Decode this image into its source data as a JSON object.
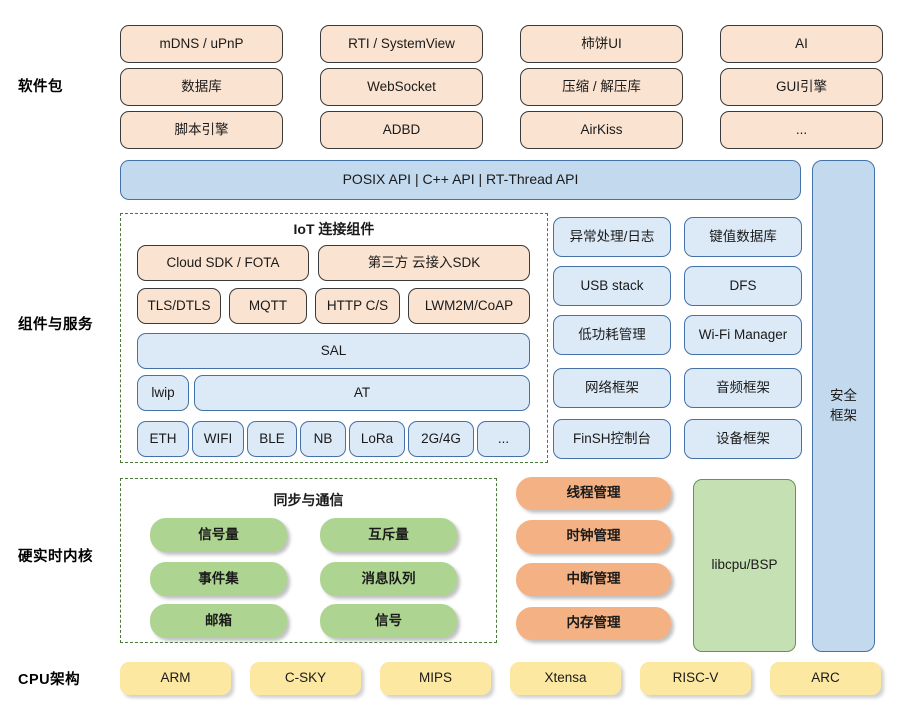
{
  "diagram": {
    "title": "RT-Thread Architecture",
    "colors": {
      "peach": "#FAE3D0",
      "blue": "#C3D9EE",
      "blue_light": "#DCE9F6",
      "green": "#AED492",
      "green_plain": "#C5E0B3",
      "orange": "#F4B183",
      "yellow": "#FCE8A1",
      "dash_border": "#4A7A3A"
    }
  },
  "section_labels": {
    "software_packages": "软件包",
    "components_services": "组件与服务",
    "hard_realtime_kernel": "硬实时内核",
    "cpu_architecture": "CPU架构"
  },
  "software_packages": {
    "columns": [
      [
        "mDNS / uPnP",
        "数据库",
        "脚本引擎"
      ],
      [
        "RTI / SystemView",
        "WebSocket",
        "ADBD"
      ],
      [
        "柿饼UI",
        "压缩 / 解压库",
        "AirKiss"
      ],
      [
        "AI",
        "GUI引擎",
        "..."
      ]
    ]
  },
  "api_bar": {
    "label": "POSIX API  |  C++ API  |  RT-Thread API"
  },
  "iot": {
    "title": "IoT 连接组件",
    "row_cloud": [
      "Cloud SDK / FOTA",
      "第三方 云接入SDK"
    ],
    "row_protocol": [
      "TLS/DTLS",
      "MQTT",
      "HTTP C/S",
      "LWM2M/CoAP"
    ],
    "row_sal": "SAL",
    "row_stack": [
      "lwip",
      "AT"
    ],
    "row_link": [
      "ETH",
      "WIFI",
      "BLE",
      "NB",
      "LoRa",
      "2G/4G",
      "..."
    ]
  },
  "components": {
    "column_left": [
      "异常处理/日志",
      "USB stack",
      "低功耗管理",
      "网络框架",
      "FinSH控制台"
    ],
    "column_right": [
      "键值数据库",
      "DFS",
      "Wi-Fi Manager",
      "音频框架",
      "设备框架"
    ]
  },
  "security": {
    "label": "安全\n框架",
    "line1": "安全",
    "line2": "框架"
  },
  "kernel": {
    "sync_title": "同步与通信",
    "sync_left": [
      "信号量",
      "事件集",
      "邮箱"
    ],
    "sync_right": [
      "互斥量",
      "消息队列",
      "信号"
    ],
    "management": [
      "线程管理",
      "时钟管理",
      "中断管理",
      "内存管理"
    ],
    "libcpu": "libcpu/BSP"
  },
  "cpu": {
    "items": [
      "ARM",
      "C-SKY",
      "MIPS",
      "Xtensa",
      "RISC-V",
      "ARC"
    ]
  }
}
